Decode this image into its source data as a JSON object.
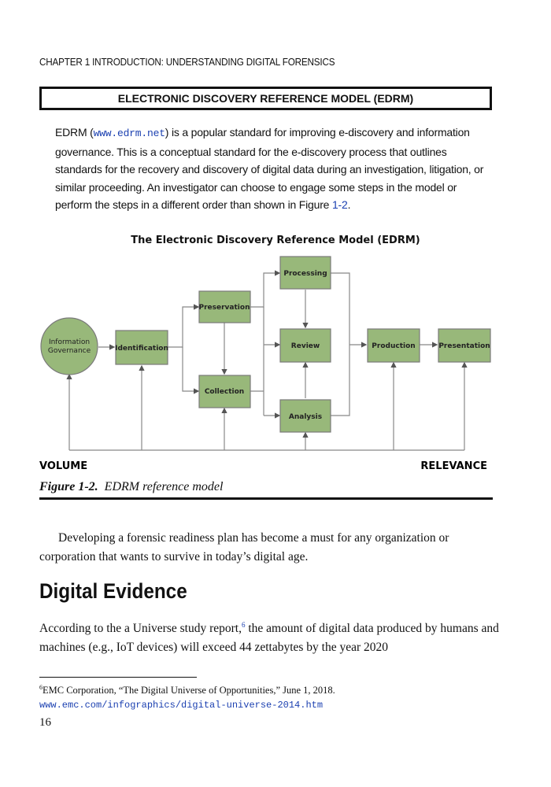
{
  "running_header": "CHAPTER 1     INTRODUCTION: UNDERSTANDING DIGITAL FORENSICS",
  "sidebar": {
    "title": "ELECTRONIC DISCOVERY REFERENCE MODEL (EDRM)",
    "text_start": "EDRM (",
    "url": "www.edrm.net",
    "text_middle": ") is a popular standard for improving e-discovery and information governance. This is a conceptual standard for the e-discovery process that outlines standards for the recovery and discovery of digital data during an investigation, litigation, or similar proceeding. An investigator can choose to engage some steps in the model or perform the steps in a different order than shown in Figure ",
    "figure_ref": "1-2",
    "text_end": "."
  },
  "figure": {
    "title": "The Electronic Discovery Reference Model (EDRM)",
    "nodes": {
      "information_governance_line1": "Information",
      "information_governance_line2": "Governance",
      "identification": "Identification",
      "preservation": "Preservation",
      "collection": "Collection",
      "processing": "Processing",
      "review": "Review",
      "analysis": "Analysis",
      "production": "Production",
      "presentation": "Presentation"
    },
    "axis_left": "VOLUME",
    "axis_right": "RELEVANCE",
    "caption_label": "Figure 1-2.",
    "caption_text": "EDRM reference model",
    "colors": {
      "node_fill": "#98b87a",
      "connector": "#888888"
    }
  },
  "body": {
    "paragraph1": "Developing a forensic readiness plan has become a must for any organization or corporation that wants to survive in today’s digital age.",
    "heading": "Digital Evidence",
    "paragraph2_start": "According to the a Universe study report,",
    "footnote_mark": "6",
    "paragraph2_end": " the amount of digital data produced by humans and machines (e.g., IoT devices) will exceed 44 zettabytes by the year 2020"
  },
  "footnote": {
    "mark": "6",
    "text": "EMC Corporation, “The Digital Universe of Opportunities,” June 1, 2018. ",
    "url": "www.emc.com/infographics/digital-universe-2014.htm"
  },
  "page_number": "16"
}
